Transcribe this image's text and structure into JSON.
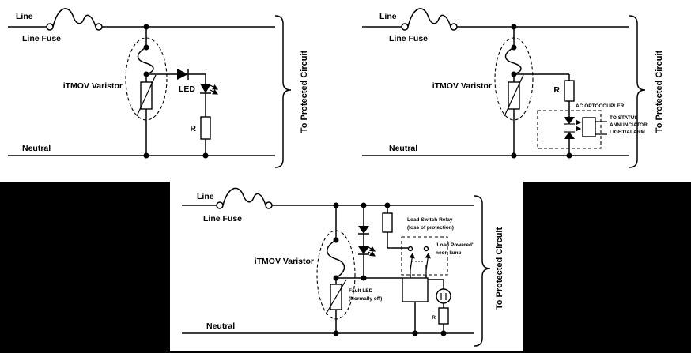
{
  "colors": {
    "ink": "#000000",
    "bg": "#ffffff",
    "mask": "#000000"
  },
  "circuit1": {
    "line_label": "Line",
    "line_fuse_label": "Line Fuse",
    "varistor_label": "iTMOV Varistor",
    "led_label": "LED",
    "resistor_label": "R",
    "neutral_label": "Neutral",
    "protected_label": "To Protected Circuit"
  },
  "circuit2": {
    "line_label": "Line",
    "line_fuse_label": "Line Fuse",
    "varistor_label": "iTMOV Varistor",
    "resistor_label": "R",
    "optocoupler_label": "AC OPTOCOUPLER",
    "status_lines": [
      "TO STATUS",
      "ANNUNCIATOR",
      "LIGHT/ALARM"
    ],
    "neutral_label": "Neutral",
    "protected_label": "To Protected Circuit"
  },
  "circuit3": {
    "line_label": "Line",
    "line_fuse_label": "Line Fuse",
    "varistor_label": "iTMOV Varistor",
    "fault_led_lines": [
      "Fault LED",
      "(Normally off)"
    ],
    "relay_lines": [
      "Load Switch Relay",
      "(loss of protection)"
    ],
    "neon_lines": [
      "'Load Powered'",
      "neon lamp"
    ],
    "resistor_label": "R",
    "neutral_label": "Neutral",
    "protected_label": "To Protected Circuit"
  }
}
